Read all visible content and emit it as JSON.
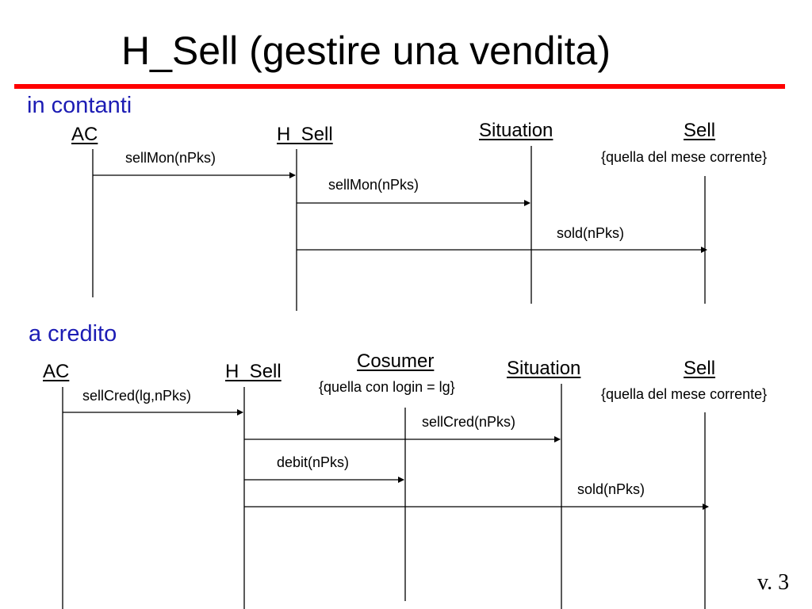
{
  "title": "H_Sell (gestire una vendita)",
  "colors": {
    "rule": "#ff0000",
    "section_text": "#1c1cb4",
    "lines": "#000000"
  },
  "diagrams": [
    {
      "section": "in contanti",
      "objects": [
        {
          "name": "AC",
          "constraint": ""
        },
        {
          "name": "H_Sell",
          "constraint": ""
        },
        {
          "name": "Situation",
          "constraint": ""
        },
        {
          "name": "Sell ",
          "constraint": "{quella del mese corrente}"
        }
      ],
      "messages": [
        {
          "label": "sellMon(nPks)",
          "from": "AC",
          "to": "H_Sell"
        },
        {
          "label": "sellMon(nPks)",
          "from": "H_Sell",
          "to": "Situation"
        },
        {
          "label": "sold(nPks)",
          "from": "H_Sell",
          "to": "Sell "
        }
      ]
    },
    {
      "section": "a credito",
      "objects": [
        {
          "name": "AC",
          "constraint": ""
        },
        {
          "name": "H_Sell",
          "constraint": ""
        },
        {
          "name": "Cosumer ",
          "constraint": "{quella con login = lg}"
        },
        {
          "name": "Situation",
          "constraint": ""
        },
        {
          "name": "Sell ",
          "constraint": "{quella del mese corrente}"
        }
      ],
      "messages": [
        {
          "label": "sellCred(lg,nPks)",
          "from": "AC",
          "to": "H_Sell"
        },
        {
          "label": "sellCred(nPks)",
          "from": "H_Sell",
          "to": "Situation"
        },
        {
          "label": "debit(nPks)",
          "from": "H_Sell",
          "to": "Cosumer "
        },
        {
          "label": "sold(nPks)",
          "from": "H_Sell",
          "to": "Sell "
        }
      ]
    }
  ],
  "version": "v. 3"
}
